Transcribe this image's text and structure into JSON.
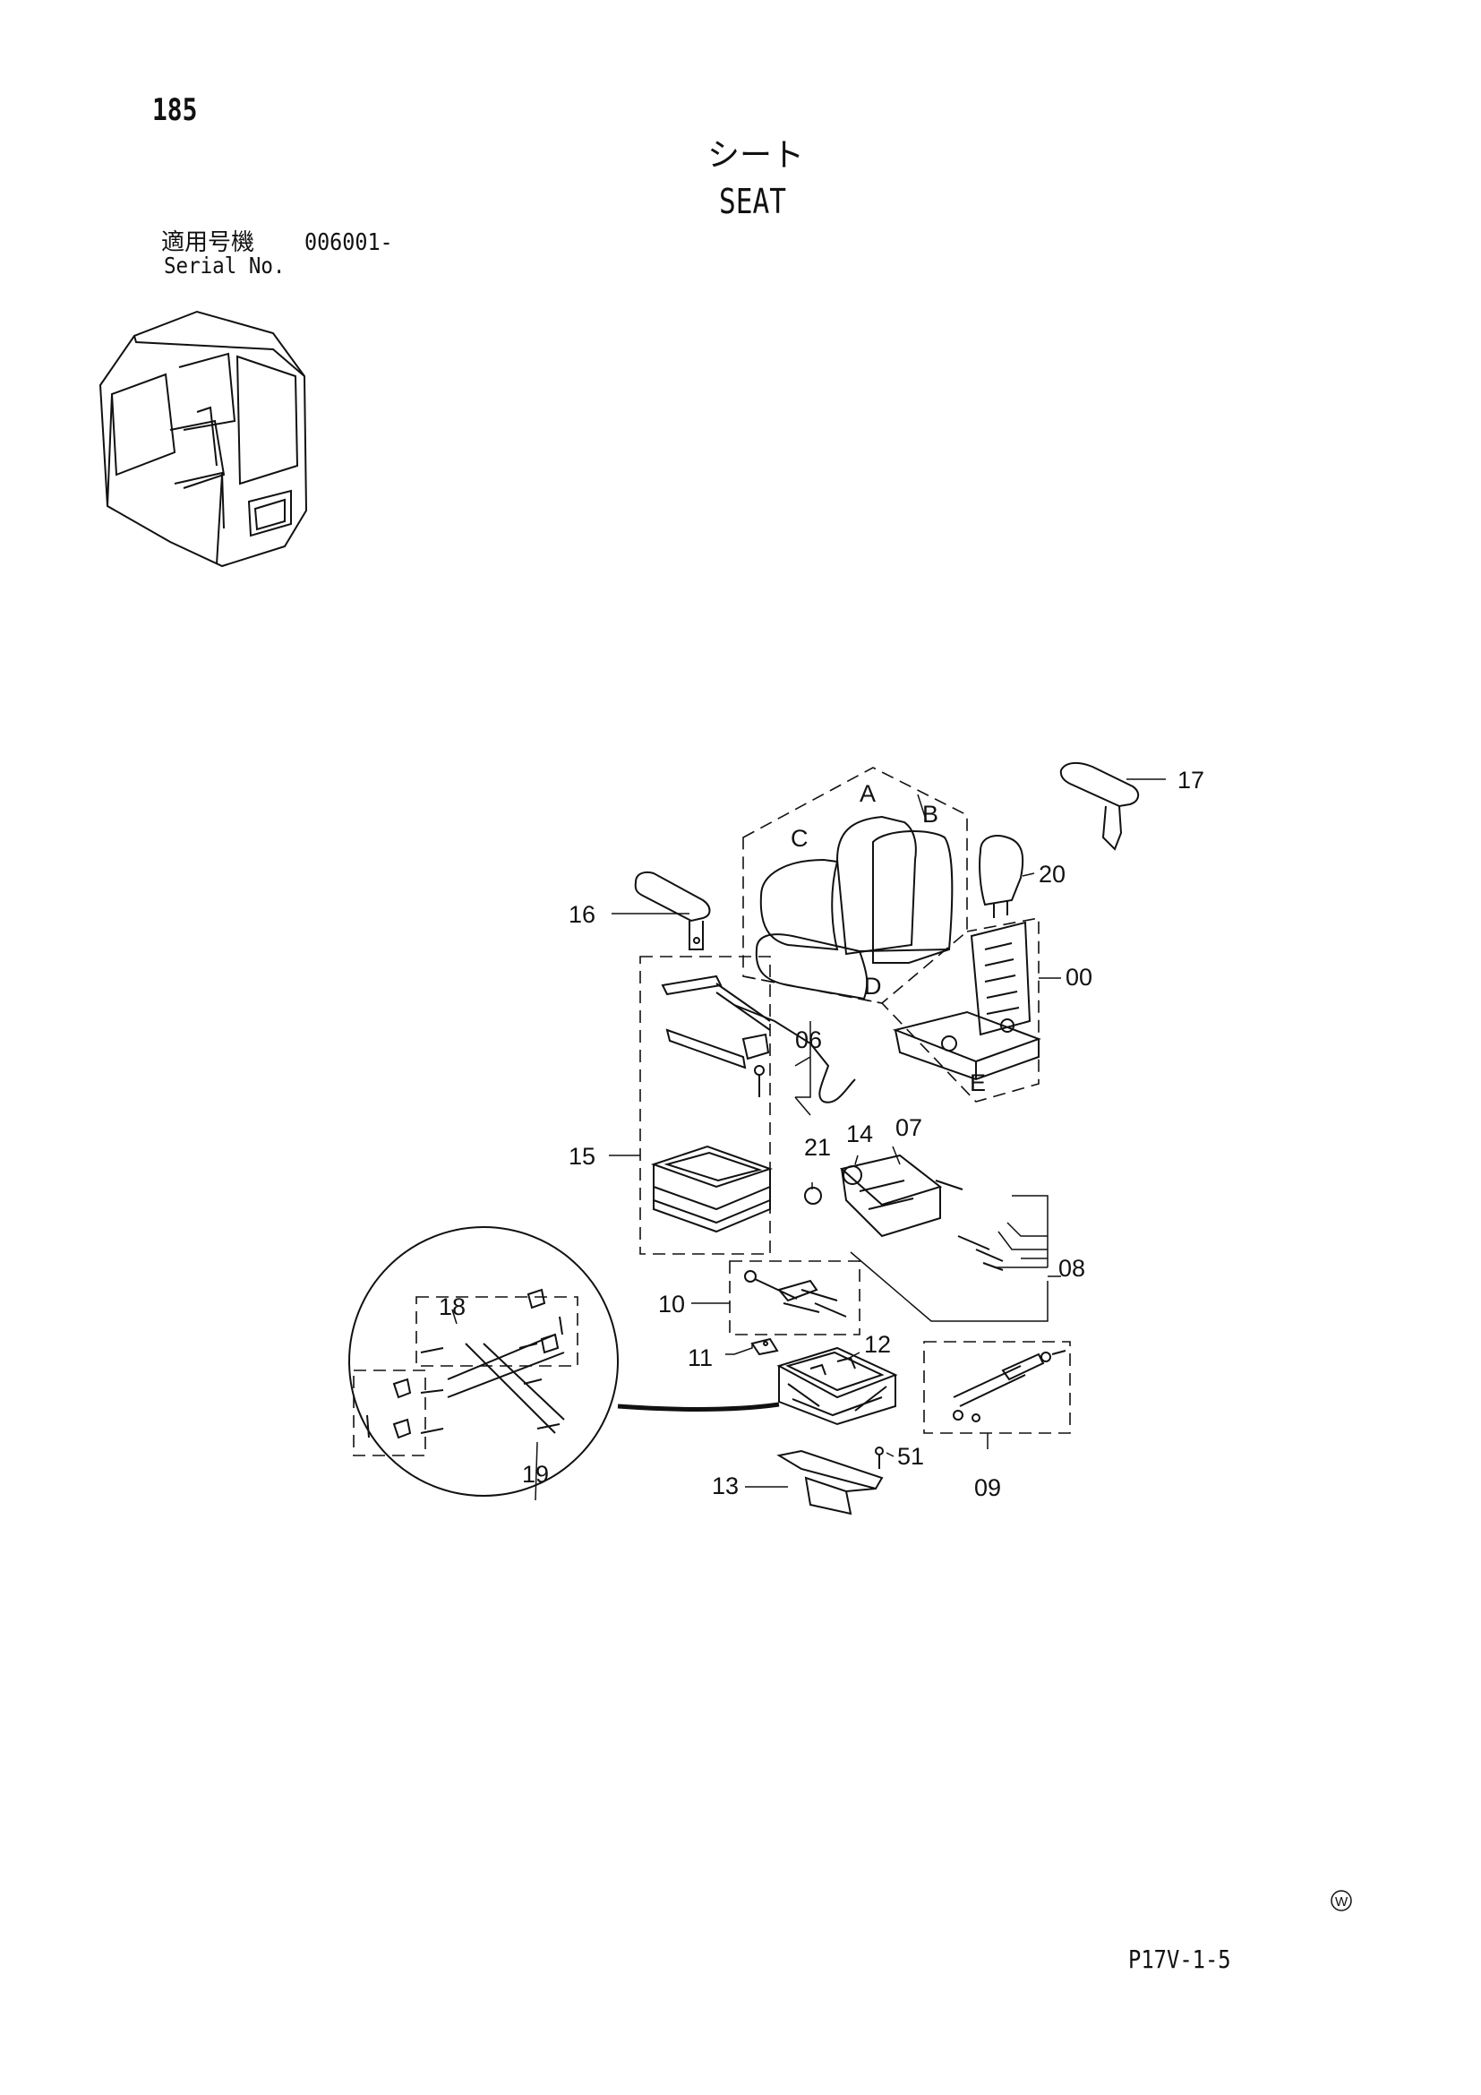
{
  "page_number": "185",
  "title_jp": "シート",
  "title_en": "SEAT",
  "serial_label_jp": "適用号機",
  "serial_value": "006001-",
  "serial_label_en": "Serial No.",
  "page_code": "P17V-1-5",
  "w_mark": "W",
  "callouts": {
    "c00": "00",
    "c06": "06",
    "c07": "07",
    "c08": "08",
    "c09": "09",
    "c10": "10",
    "c11": "11",
    "c12": "12",
    "c13": "13",
    "c14": "14",
    "c15": "15",
    "c16": "16",
    "c17": "17",
    "c18": "18",
    "c19": "19",
    "c20": "20",
    "c21": "21",
    "c51": "51",
    "cA": "A",
    "cB": "B",
    "cC": "C",
    "cD": "D",
    "cE": "E"
  }
}
